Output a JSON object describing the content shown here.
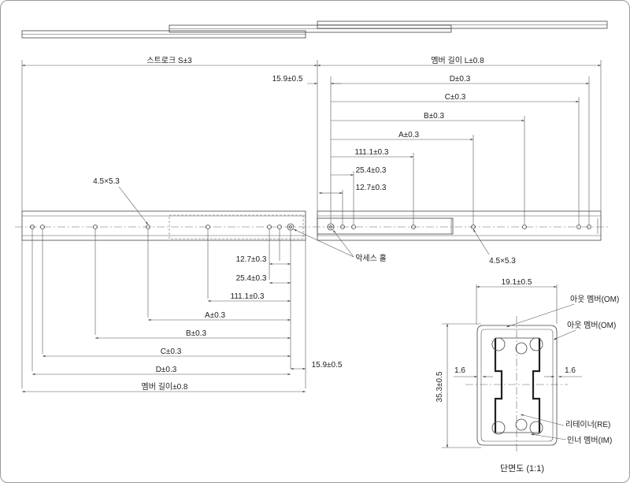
{
  "labels": {
    "stroke": "스트로크 S±3",
    "member_len_top": "멤버 길이 L±0.8",
    "member_len_bottom": "멤버 길이±0.8",
    "d_top": "D±0.3",
    "c_top": "C±0.3",
    "b_top": "B±0.3",
    "a_top": "A±0.3",
    "d111_top": "111.1±0.3",
    "d254_top": "25.4±0.3",
    "d127_top": "12.7±0.3",
    "d159_top": "15.9±0.5",
    "hole_left": "4.5×5.3",
    "hole_right": "4.5×5.3",
    "access_hole": "악세스 홀",
    "d127_bot": "12.7±0.3",
    "d254_bot": "25.4±0.3",
    "d111_bot": "111.1±0.3",
    "a_bot": "A±0.3",
    "b_bot": "B±0.3",
    "c_bot": "C±0.3",
    "d_bot": "D±0.3",
    "d159_bot": "15.9±0.5",
    "sec_width": "19.1±0.5",
    "sec_height": "35.3±0.5",
    "sec_left": "1.6",
    "sec_right": "1.6",
    "outer_member_1": "아웃 멤버(OM)",
    "outer_member_2": "아웃 멤버(OM)",
    "retainer": "리테이너(RE)",
    "inner_member": "인너 멤버(IM)",
    "section_title": "단면도 (1:1)"
  }
}
